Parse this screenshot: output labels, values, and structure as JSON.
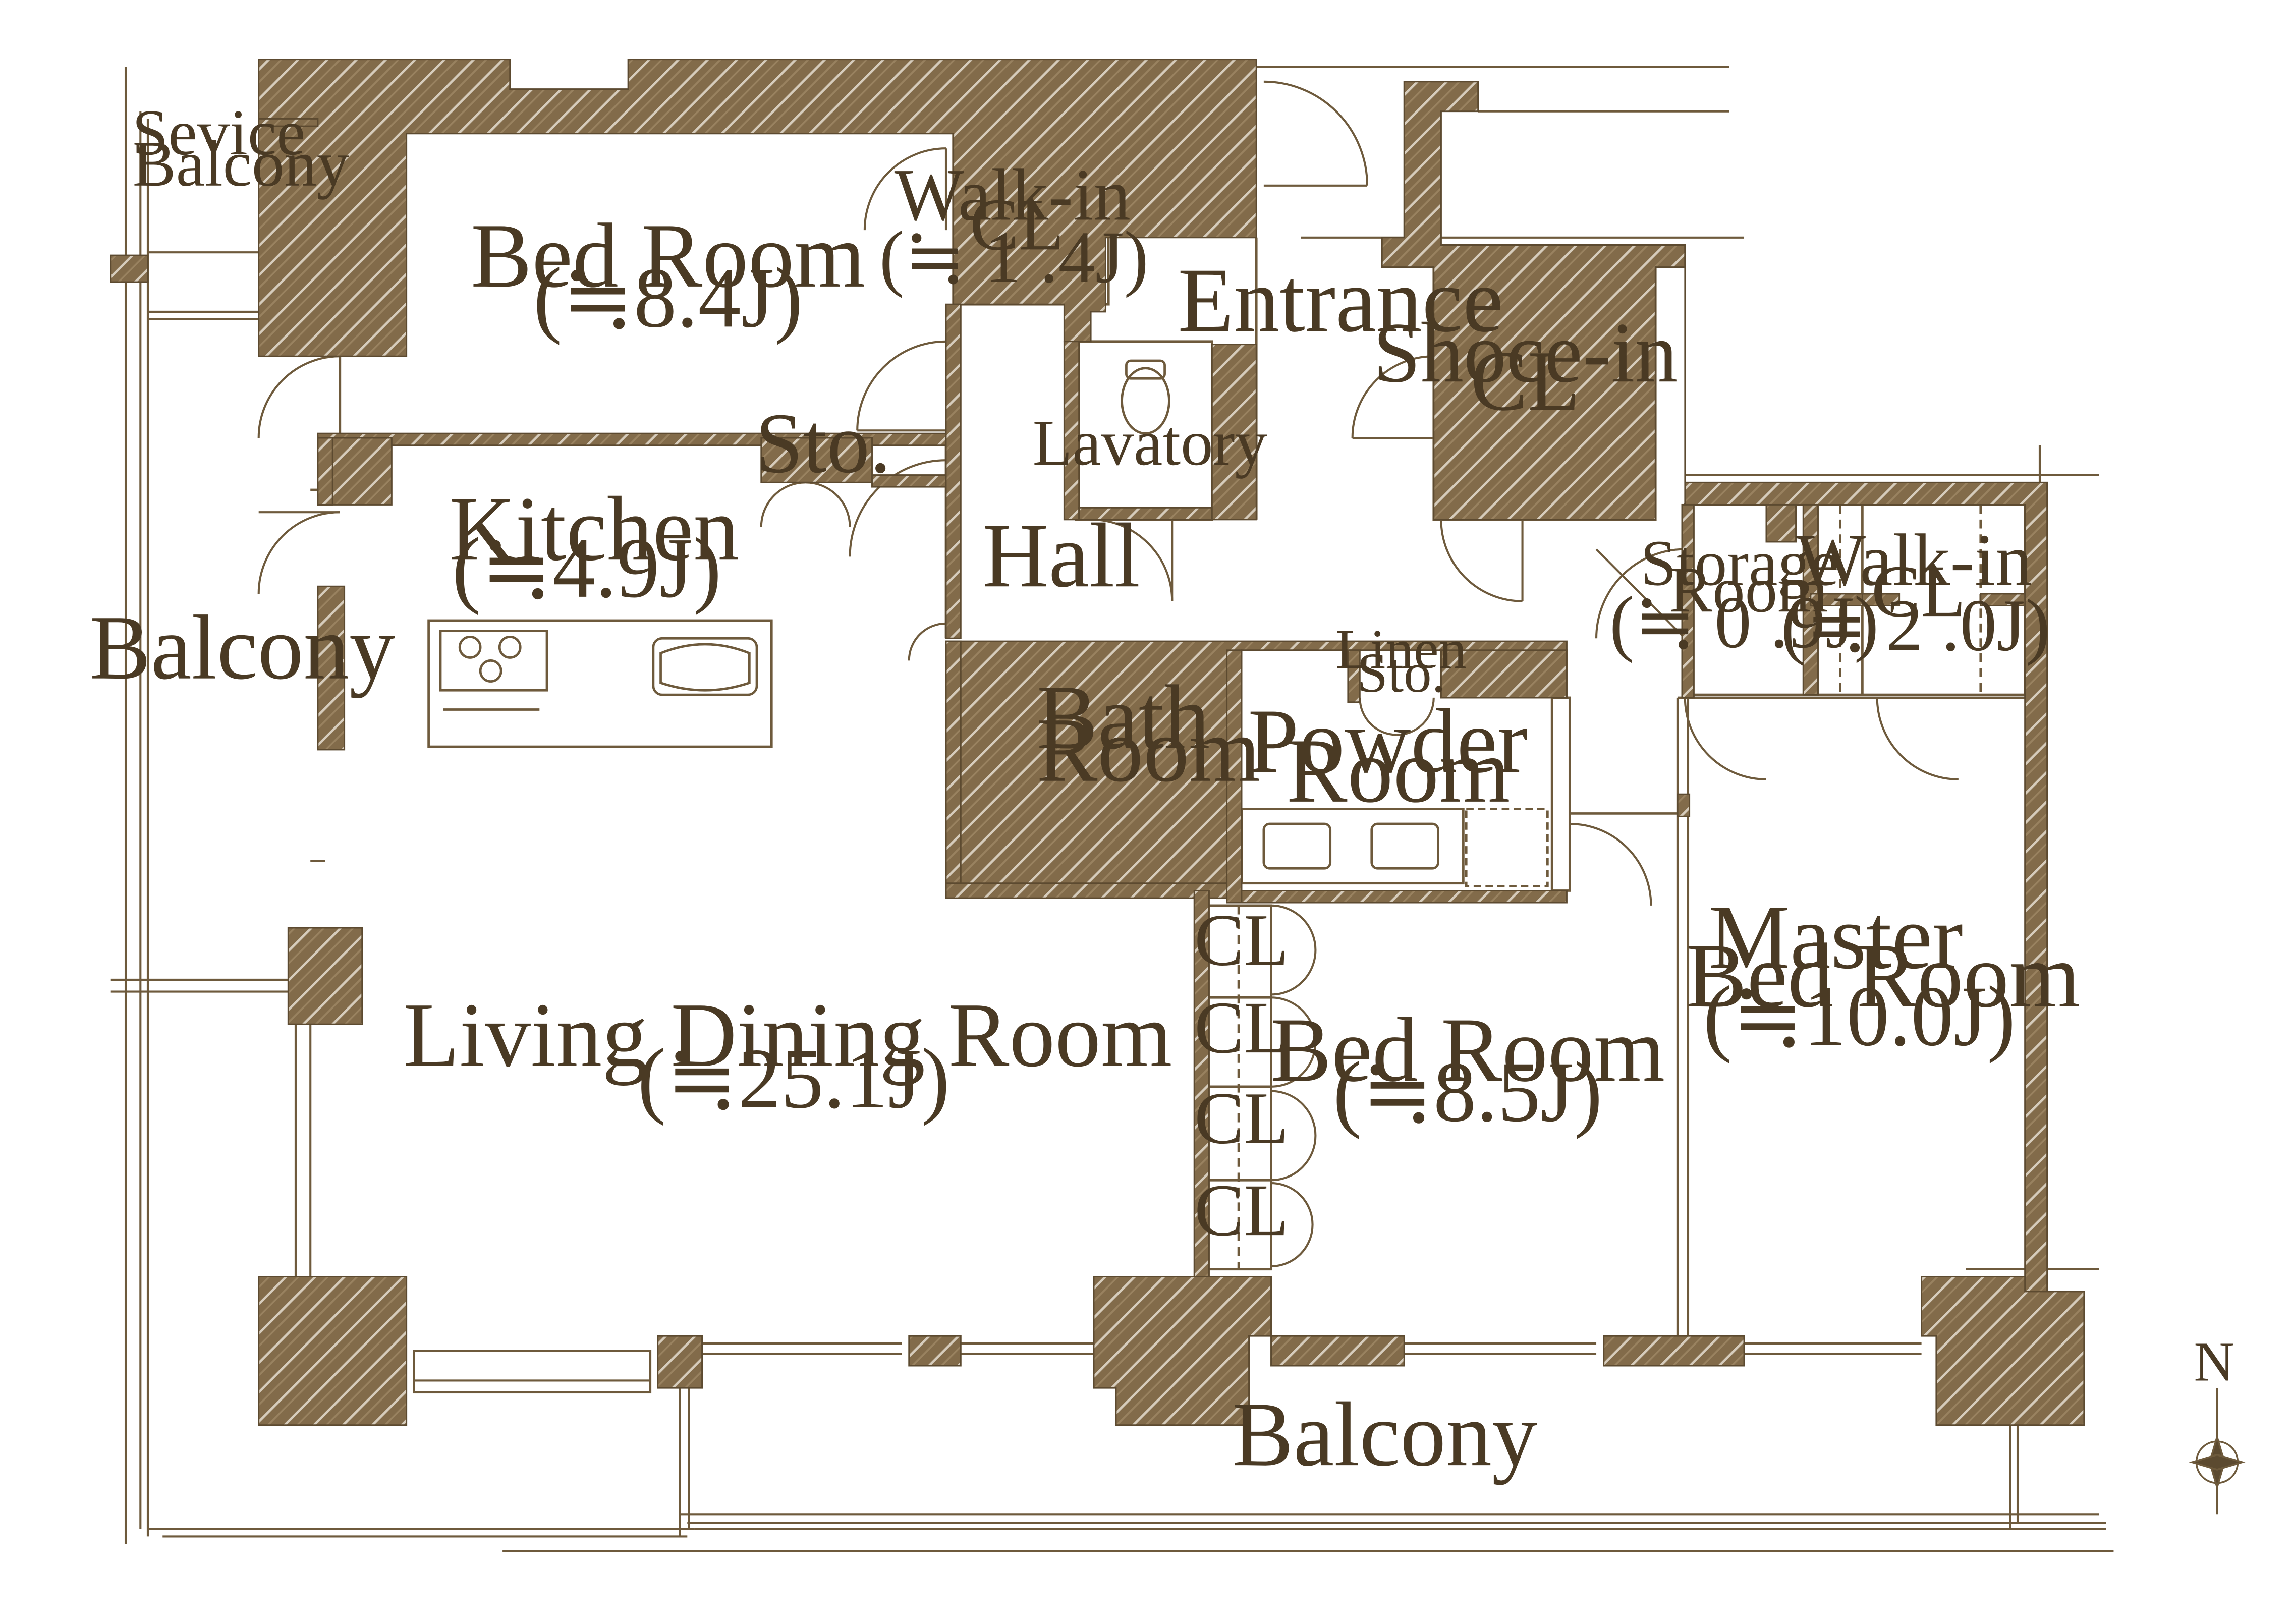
{
  "colors": {
    "wall": "#826b4a",
    "wall_hatch": "#f2ece2",
    "line": "#6e5a3c",
    "text": "#4a3a24",
    "background": "#ffffff"
  },
  "rooms": {
    "service_balcony": {
      "line1": "Sevice",
      "line2": "Balcony"
    },
    "bed_room_north": {
      "name": "Bed Room",
      "area": "(≒8.4J)"
    },
    "walk_in_cl_north": {
      "line1": "Walk-in",
      "line2": "CL",
      "area": "(≒ 1 .4J)"
    },
    "entrance": {
      "name": "Entrance"
    },
    "shoe_in_cl": {
      "line1": "Shoce-in",
      "line2": "CL"
    },
    "lavatory": {
      "name": "Lavatory"
    },
    "sto": {
      "name": "Sto."
    },
    "kitchen": {
      "name": "Kitchen",
      "area": "(≒4.9J)"
    },
    "hall": {
      "name": "Hall"
    },
    "storage_room": {
      "line1": "Storage",
      "line2": "Room",
      "area": "(≒ 0 .9J)"
    },
    "walk_in_cl_east": {
      "line1": "Walk-in",
      "line2": "CL",
      "area": "(≒ 2 .0J)"
    },
    "balcony_west": {
      "name": "Balcony"
    },
    "bath_room": {
      "line1": "Bath",
      "line2": "Room"
    },
    "linen_sto": {
      "line1": "Linen",
      "line2": "Sto."
    },
    "powder_room": {
      "line1": "Powder",
      "line2": "Room"
    },
    "master_bed_room": {
      "line1": "Master",
      "line2": "Bed Room",
      "area": "(≒10.0J)"
    },
    "closets": [
      "CL",
      "CL",
      "CL",
      "CL"
    ],
    "bed_room_south": {
      "name": "Bed Room",
      "area": "(≒8.5J)"
    },
    "living_dining_room": {
      "name": "Living Dining Room",
      "area": "(≒25.1J)"
    },
    "balcony_south": {
      "name": "Balcony"
    }
  },
  "compass": {
    "north_label": "N",
    "icon": "compass-rose-icon"
  }
}
